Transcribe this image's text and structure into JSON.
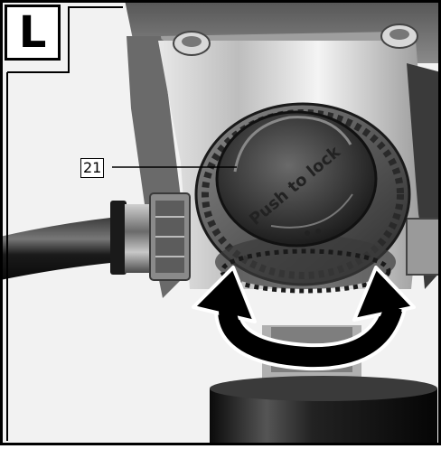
{
  "figure": {
    "step_label": "L",
    "callout_number": "21",
    "cap_text": "Push to lock"
  },
  "colors": {
    "frame": "#000000",
    "arrow": "#000000",
    "arrow_outline": "#ffffff",
    "background": "#ffffff"
  }
}
